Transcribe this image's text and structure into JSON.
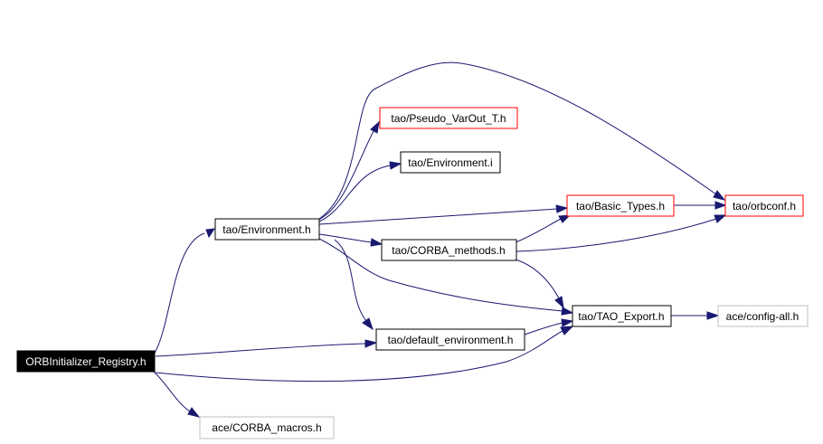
{
  "colors": {
    "edge": "#191970",
    "border_normal": "#000000",
    "border_truncated": "#ff0000",
    "border_external": "#bfbfbf",
    "root_fill": "#000000",
    "root_text": "#ffffff"
  },
  "nodes": {
    "orb_registry": {
      "label": "ORBInitializer_Registry.h",
      "kind": "root"
    },
    "environment_h": {
      "label": "tao/Environment.h",
      "kind": "normal"
    },
    "pseudo_varout": {
      "label": "tao/Pseudo_VarOut_T.h",
      "kind": "truncated"
    },
    "environment_i": {
      "label": "tao/Environment.i",
      "kind": "normal"
    },
    "basic_types": {
      "label": "tao/Basic_Types.h",
      "kind": "truncated"
    },
    "orbconf": {
      "label": "tao/orbconf.h",
      "kind": "truncated"
    },
    "corba_methods": {
      "label": "tao/CORBA_methods.h",
      "kind": "normal"
    },
    "tao_export": {
      "label": "tao/TAO_Export.h",
      "kind": "normal"
    },
    "config_all": {
      "label": "ace/config-all.h",
      "kind": "external"
    },
    "default_env": {
      "label": "tao/default_environment.h",
      "kind": "normal"
    },
    "corba_macros": {
      "label": "ace/CORBA_macros.h",
      "kind": "external"
    }
  }
}
